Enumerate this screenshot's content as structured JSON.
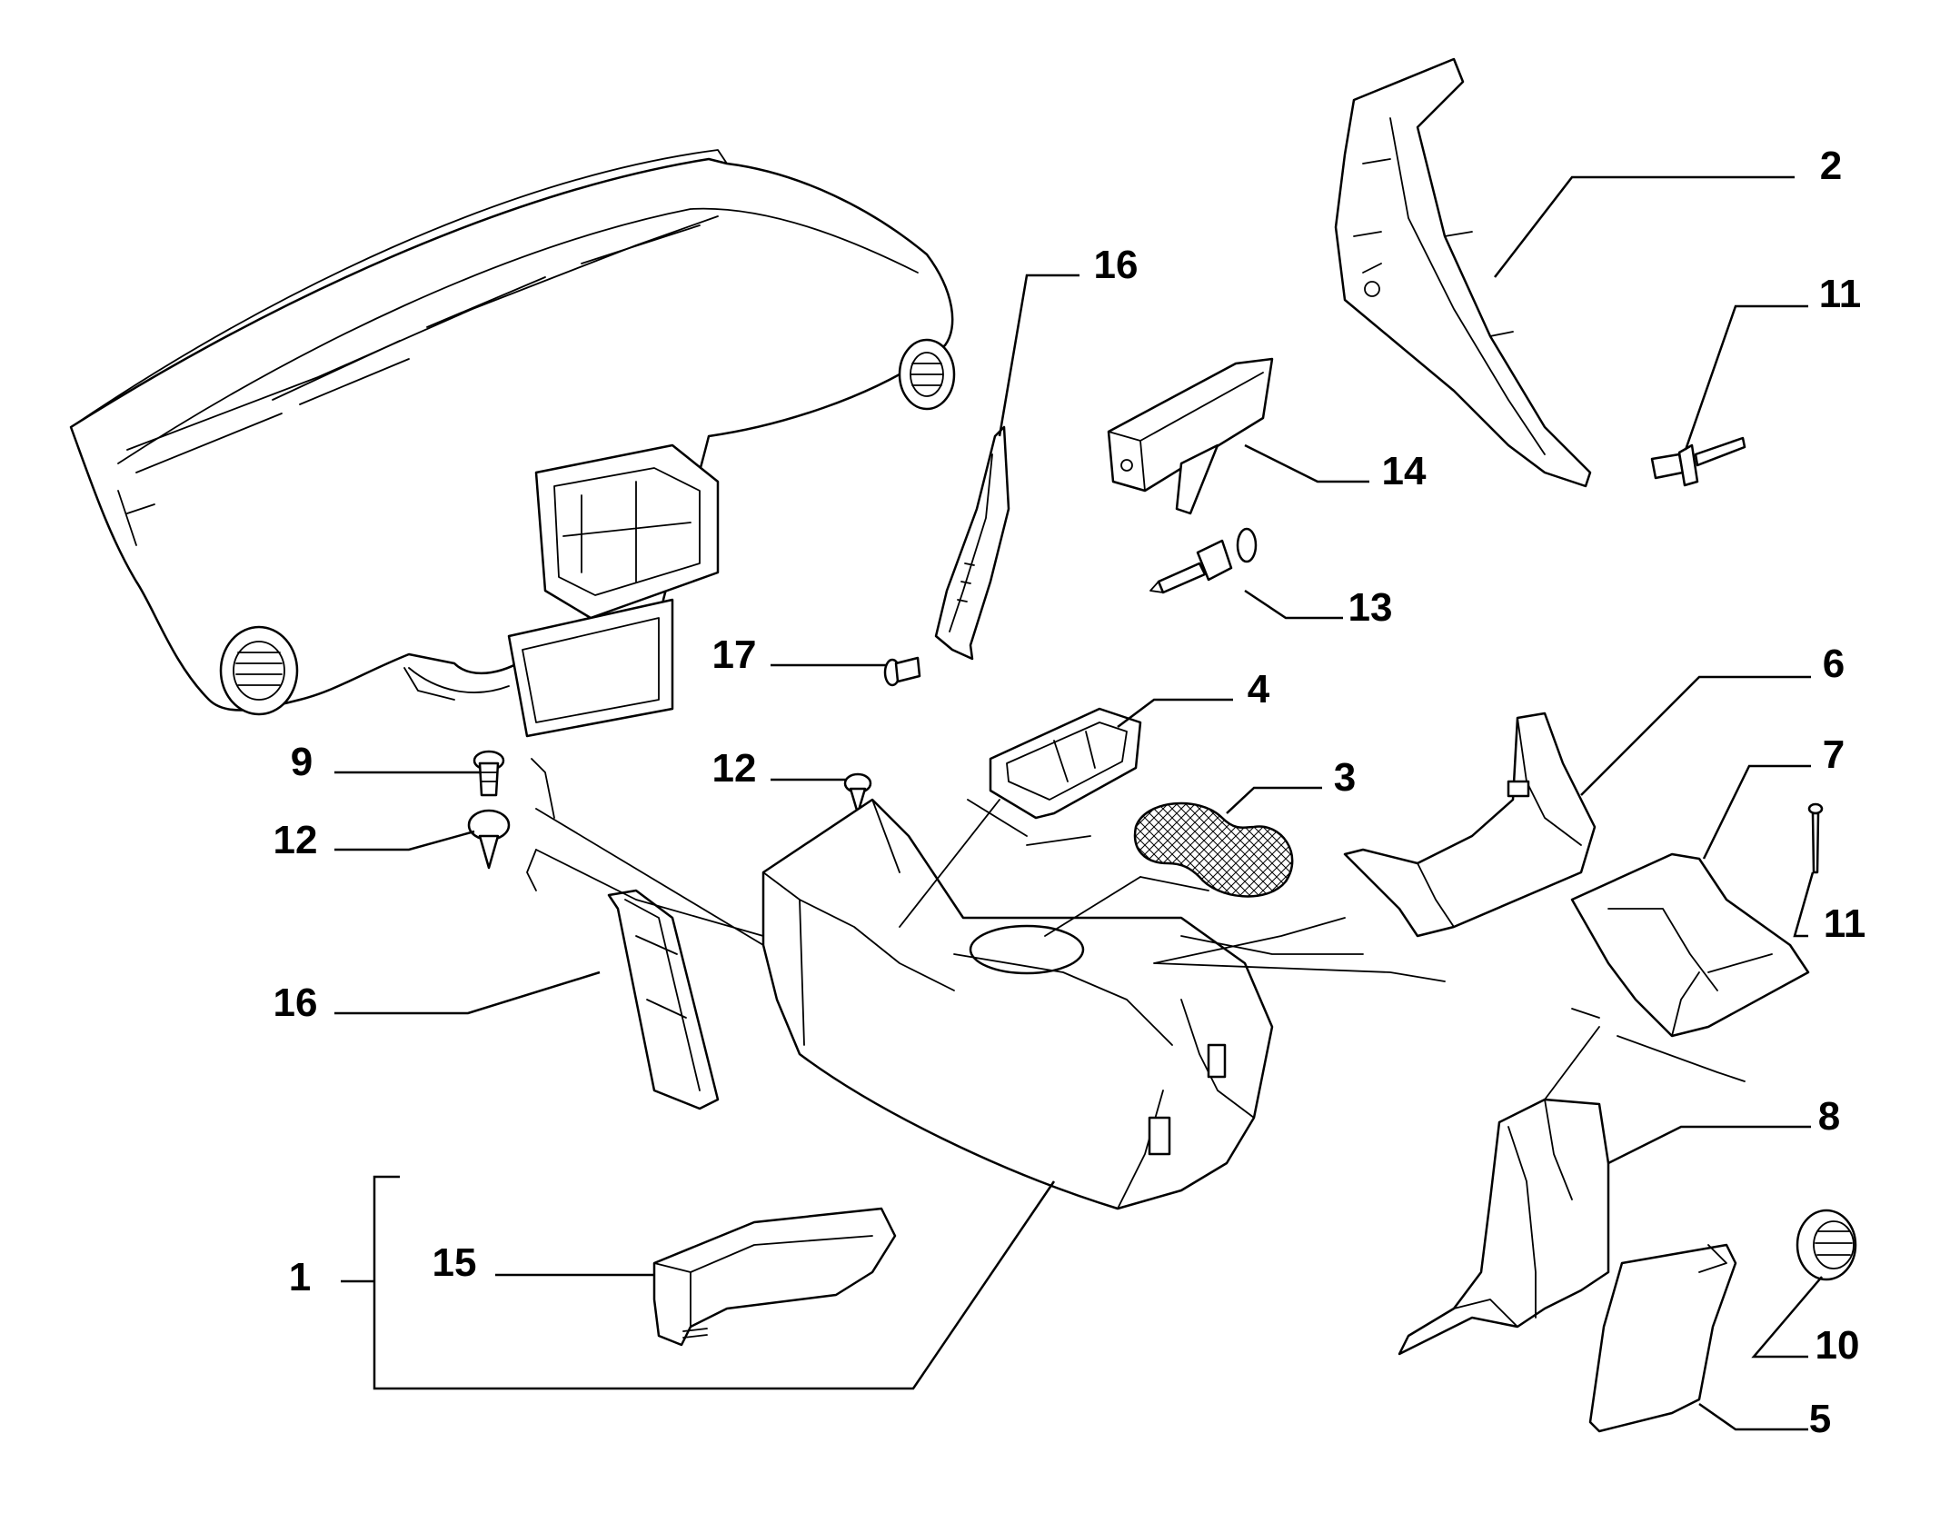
{
  "callouts": {
    "c1": "1",
    "c2": "2",
    "c3": "3",
    "c4": "4",
    "c5": "5",
    "c6": "6",
    "c7": "7",
    "c8": "8",
    "c9": "9",
    "c10": "10",
    "c11_top": "11",
    "c11_right": "11",
    "c12_left": "12",
    "c12_center": "12",
    "c13": "13",
    "c14": "14",
    "c15": "15",
    "c16_top": "16",
    "c16_left": "16",
    "c17": "17"
  }
}
